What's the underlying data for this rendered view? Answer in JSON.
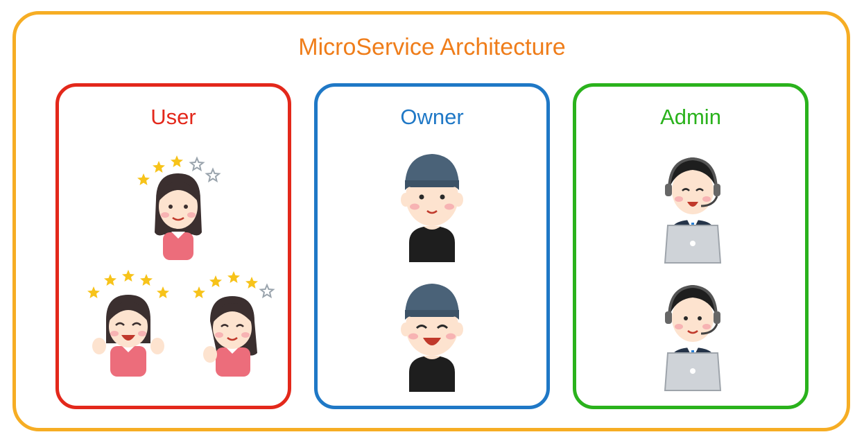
{
  "title": "MicroService Architecture",
  "colors": {
    "outer": "#f6ad24",
    "title": "#ef7d1a",
    "user": "#e3281b",
    "owner": "#1f78c6",
    "admin": "#2ab21c"
  },
  "panels": [
    {
      "key": "user",
      "title": "User",
      "figure": "woman-icon",
      "count": 3
    },
    {
      "key": "owner",
      "title": "Owner",
      "figure": "man-in-cap-icon",
      "count": 2
    },
    {
      "key": "admin",
      "title": "Admin",
      "figure": "operator-with-headset-icon",
      "count": 2
    }
  ]
}
